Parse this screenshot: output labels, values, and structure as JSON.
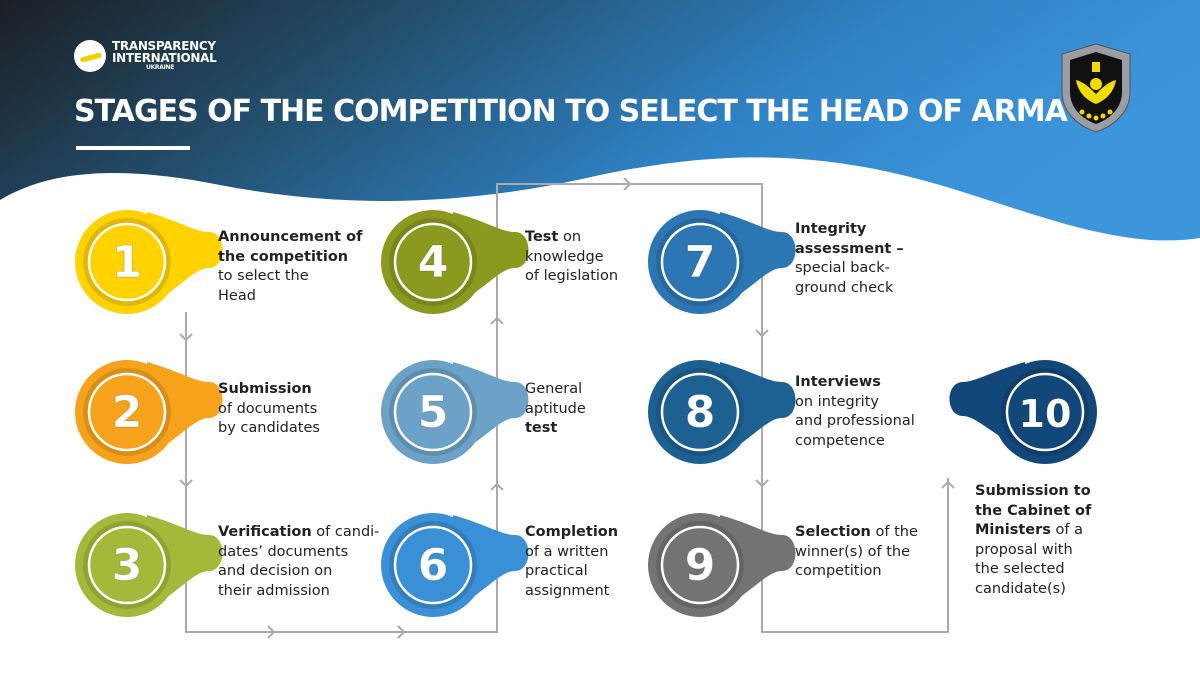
{
  "header": {
    "org_line1": "TRANSPARENCY",
    "org_line2": "INTERNATIONAL",
    "org_line3": "UKRAINE",
    "title": "STAGES OF THE COMPETITION TO SELECT THE HEAD OF ARMA",
    "badge_icon": "arma-shield-emblem"
  },
  "colors": {
    "s1": "#FFD200",
    "s2": "#F7A21B",
    "s3": "#A5B83A",
    "s4": "#8B991F",
    "s5": "#6CA2C8",
    "s6": "#3A90D7",
    "s7": "#2C77B3",
    "s8": "#1D6192",
    "s9": "#737373",
    "s10": "#12477A"
  },
  "steps": [
    {
      "num": "1",
      "segments": [
        {
          "t": "Announcement of\nthe competition",
          "b": true
        },
        {
          "t": "\nto select the\nHead",
          "b": false
        }
      ]
    },
    {
      "num": "2",
      "segments": [
        {
          "t": "Submission",
          "b": true
        },
        {
          "t": "\nof documents\n by candidates",
          "b": false
        }
      ]
    },
    {
      "num": "3",
      "segments": [
        {
          "t": "Verification",
          "b": true
        },
        {
          "t": " of candi-\ndates’ documents\nand decision on\ntheir admission",
          "b": false
        }
      ]
    },
    {
      "num": "4",
      "segments": [
        {
          "t": "Test",
          "b": true
        },
        {
          "t": " on\nknowledge\nof legislation",
          "b": false
        }
      ]
    },
    {
      "num": "5",
      "segments": [
        {
          "t": "General\naptitude\n",
          "b": false
        },
        {
          "t": "test",
          "b": true
        }
      ]
    },
    {
      "num": "6",
      "segments": [
        {
          "t": "Completion",
          "b": true
        },
        {
          "t": "\nof a written\npractical\nassignment",
          "b": false
        }
      ]
    },
    {
      "num": "7",
      "segments": [
        {
          "t": "Integrity\nassessment –",
          "b": true
        },
        {
          "t": "\nspecial back-\nground check",
          "b": false
        }
      ]
    },
    {
      "num": "8",
      "segments": [
        {
          "t": "Interviews",
          "b": true
        },
        {
          "t": "\non integrity\nand professional\ncompetence",
          "b": false
        }
      ]
    },
    {
      "num": "9",
      "segments": [
        {
          "t": "Selection",
          "b": true
        },
        {
          "t": " of the\nwinner(s) of the\ncompetition",
          "b": false
        }
      ]
    },
    {
      "num": "10",
      "segments": [
        {
          "t": "Submission to\nthe Cabinet of\nMinisters",
          "b": true
        },
        {
          "t": " of a\nproposal with\nthe selected\ncandidate(s)",
          "b": false
        }
      ]
    }
  ]
}
